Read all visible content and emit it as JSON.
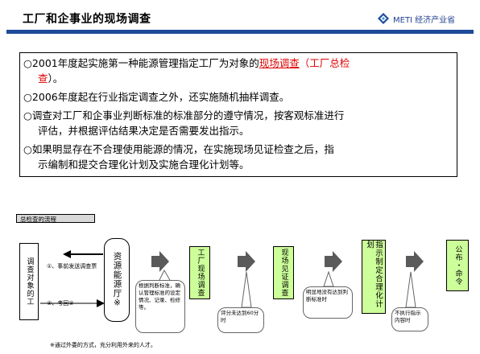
{
  "header": {
    "title": "工厂和企事业的现场调查",
    "logo_text": "METI 经济产业省"
  },
  "summary": {
    "bullet1_pre": "2001年度起实施第一种能源管理指定工厂为对象的",
    "bullet1_link": "现场调查",
    "bullet1_red_a": "（工厂总检",
    "bullet1_red_b": "查",
    "bullet1_end": "）。",
    "bullet2": "2006年度起在行业指定调查之外，还实施随机抽样调查。",
    "bullet3_a": "调查对工厂和企事业判断标准的标准部分的遵守情况，按客观标准进行",
    "bullet3_b": "评估，并根据评估结果决定是否需要发出指示。",
    "bullet4_a": "如果明显存在不合理使用能源的情况，在实施现场见证检查之后，指",
    "bullet4_b": "示编制和提交合理化计划及实施合理化计划等。"
  },
  "flow": {
    "label": "总检查的流程",
    "target_box": "调查对象的工",
    "step1": "①、事前发送调查票",
    "step2": "②、考回②",
    "agency": "资源能源厅※",
    "factory_survey": "工厂现场调查",
    "onsite_check": "现场见证调查",
    "instruction": "指示制定合理化计划",
    "announce": "公布・命令",
    "callout_criteria": "根据判断标准，确认管理标准的设定情况、记录、检修等。",
    "callout_score": "评分未达到60分时",
    "callout_not_met": "明显地没有达到判断标准时",
    "callout_not_exec": "不执行指示内容时",
    "footnote": "※通过外委的方式，充分利用外来的人才。"
  },
  "colors": {
    "accent_blue": "#1e4a9a",
    "box_green": "#ccff99",
    "red_text": "#e00000"
  }
}
